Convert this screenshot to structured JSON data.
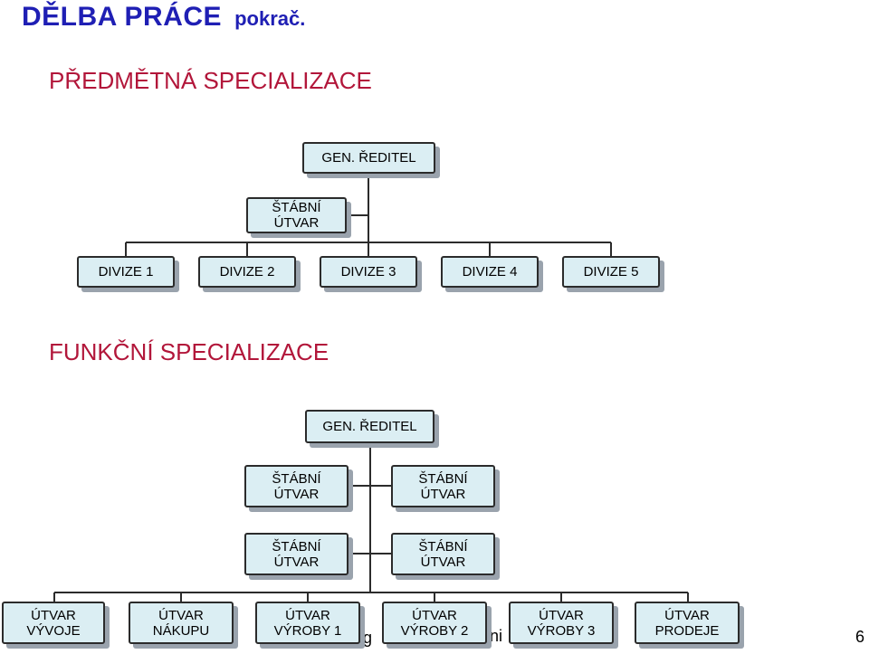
{
  "header": {
    "title": "DĚLBA PRÁCE",
    "subtitle": "pokrač."
  },
  "section1": {
    "title": "PŘEDMĚTNÁ SPECIALIZACE",
    "director": "GEN. ŘEDITEL",
    "staff": "ŠTÁBNÍ\nÚTVAR",
    "divisions": [
      "DIVIZE 1",
      "DIVIZE 2",
      "DIVIZE 3",
      "DIVIZE 4",
      "DIVIZE 5"
    ]
  },
  "section2": {
    "title": "FUNKČNÍ SPECIALIZACE",
    "director": "GEN. ŘEDITEL",
    "staff": [
      "ŠTÁBNÍ\nÚTVAR",
      "ŠTÁBNÍ\nÚTVAR",
      "ŠTÁBNÍ\nÚTVAR",
      "ŠTÁBNÍ\nÚTVAR"
    ],
    "departments": [
      "ÚTVAR\nVÝVOJE",
      "ÚTVAR\nNÁKUPU",
      "ÚTVAR\nVÝROBY 1",
      "ÚTVAR\nVÝROBY 2",
      "ÚTVAR\nVÝROBY 3",
      "ÚTVAR\nPRODEJE"
    ]
  },
  "footer": {
    "text_fragment_1": "g",
    "text_fragment_2": "ni",
    "page_number": "6"
  }
}
